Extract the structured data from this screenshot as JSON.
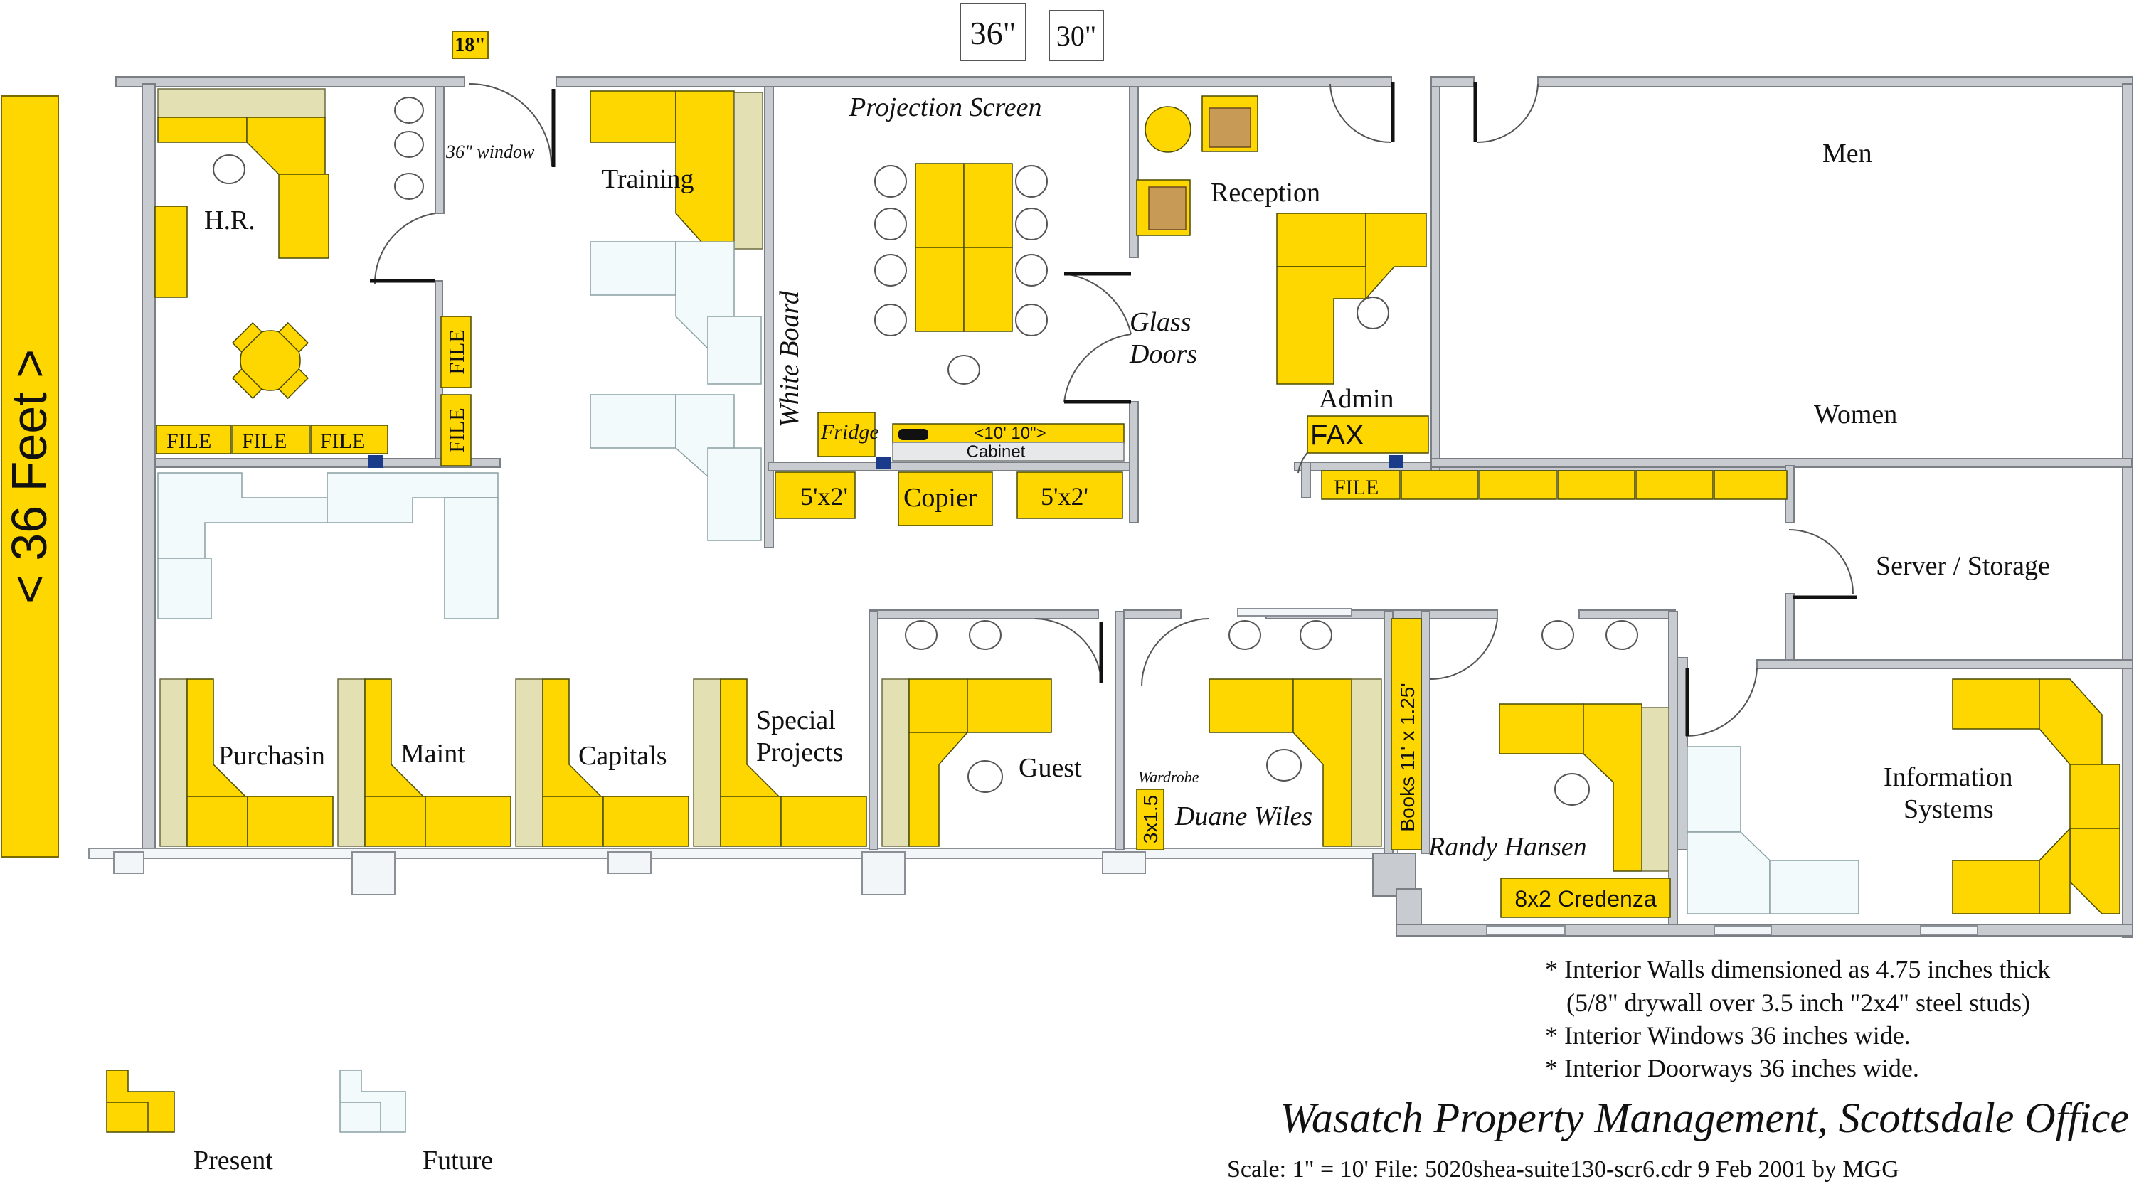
{
  "dims": {
    "d18": "18\"",
    "d36": "36\"",
    "d30": "30\""
  },
  "side_label": "< 36 Feet >",
  "rooms": {
    "hr": "H.R.",
    "training": "Training",
    "projection_screen": "Projection Screen",
    "reception": "Reception",
    "glass_doors_1": "Glass",
    "glass_doors_2": "Doors",
    "men": "Men",
    "women": "Women",
    "admin": "Admin",
    "server_storage": "Server / Storage",
    "purchasing": "Purchasin",
    "maint": "Maint",
    "capitals": "Capitals",
    "special_projects_1": "Special",
    "special_projects_2": "Projects",
    "guest": "Guest",
    "duane_wiles": "Duane Wiles",
    "randy_hansen": "Randy Hansen",
    "information_systems_1": "Information",
    "information_systems_2": "Systems"
  },
  "items": {
    "window_36": "36\" window",
    "file": "FILE",
    "white_board": "White Board",
    "fridge": "Fridge",
    "dim_10_10": "<10' 10\">",
    "cabinet": "Cabinet",
    "table_5x2": "5'x2'",
    "copier": "Copier",
    "fax": "FAX",
    "wardrobe": "Wardrobe",
    "wardrobe_size": "3x1.5",
    "books": "Books  11' x 1.25'",
    "credenza": "8x2 Credenza"
  },
  "notes": [
    "* Interior Walls dimensioned as 4.75 inches thick",
    "(5/8\" drywall over 3.5 inch \"2x4\" steel studs)",
    "* Interior Windows 36 inches wide.",
    "* Interior Doorways 36 inches wide."
  ],
  "title": "Wasatch Property Management, Scottsdale Office",
  "scale_line": "Scale: 1\" = 10'  File: 5020shea-suite130-scr6.cdr 9 Feb 2001 by MGG",
  "legend": {
    "present": "Present",
    "future": "Future"
  },
  "colors": {
    "present": "#ffd700",
    "future": "#f3fafb",
    "credenza": "#e3e1b4",
    "wall": "#c8ccd0"
  }
}
